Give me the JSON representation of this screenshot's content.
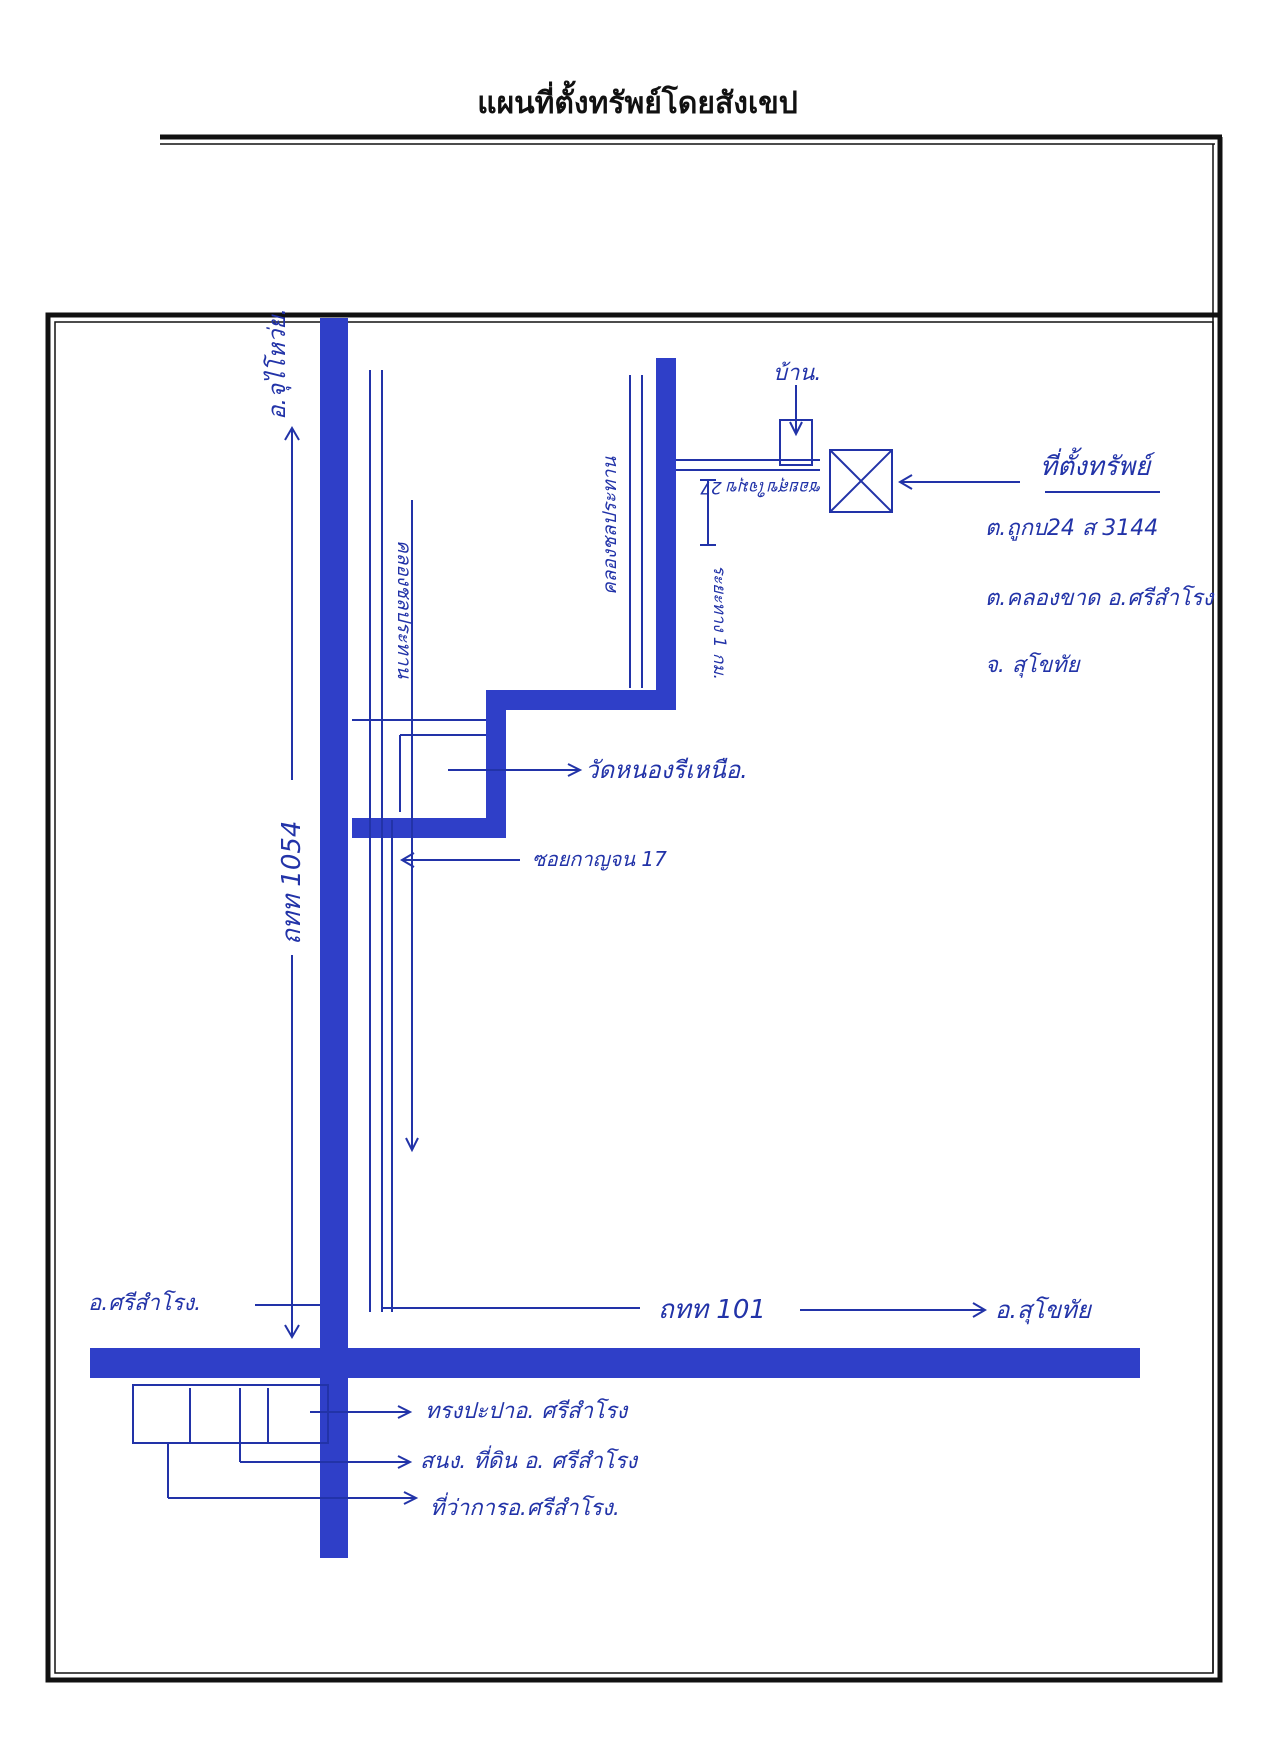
{
  "title": "แผนที่ตั้งทรัพย์โดยสังเขป",
  "colors": {
    "road": "#2f3fc8",
    "ink": "#2233a8",
    "frame": "#111111"
  },
  "labels": {
    "top_left_direction": "อ.จุไโหว่ย.",
    "left_road_number": "ถทท 1054",
    "inner_road_name": "คลองชลประทาน",
    "canal_name": "คลองชลประทาน",
    "soi_name": "ซอยสุขใจมุข 27",
    "distance": "ระยะทาง 1 กม.",
    "house": "บ้าน.",
    "temple": "วัดหนองรีเหนือ.",
    "hospital_soi": "ซอยกาญจน 17",
    "property_title": "ที่ตั้งทรัพย์",
    "property_line1": "ต.ถูกบ24 ส 3144",
    "property_line2": "ต.คลองขาด อ.ศรีสำโรง",
    "property_line3": "จ. สุโขทัย",
    "bottom_left": "อ.ศรีสำโรง.",
    "bottom_road_number": "ถทท 101",
    "bottom_right_direction": "อ.สุโขทัย",
    "place1": "ทรงปะปาอ. ศรีสำโรง",
    "place2": "สนง. ที่ดิน อ. ศรีสำโรง",
    "place3": "ที่ว่าการอ.ศรีสำโรง."
  }
}
